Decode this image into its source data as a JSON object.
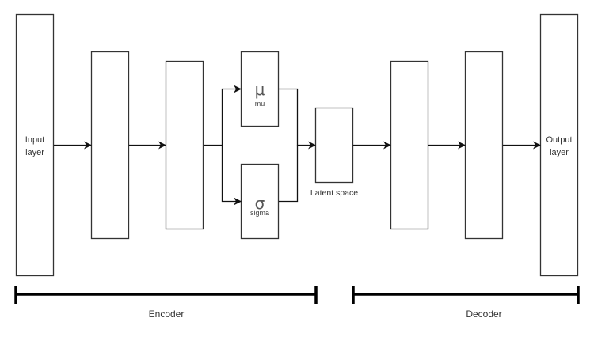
{
  "diagram": {
    "title": "Variational Autoencoder architecture",
    "nodes": {
      "input": {
        "line1": "Input",
        "line2": "layer"
      },
      "mu": {
        "symbol": "μ",
        "label": "mu"
      },
      "sigma": {
        "symbol": "σ",
        "label": "sigma"
      },
      "latent": {
        "label": "Latent space"
      },
      "output": {
        "line1": "Output",
        "line2": "layer"
      }
    },
    "groups": {
      "encoder": "Encoder",
      "decoder": "Decoder"
    }
  }
}
